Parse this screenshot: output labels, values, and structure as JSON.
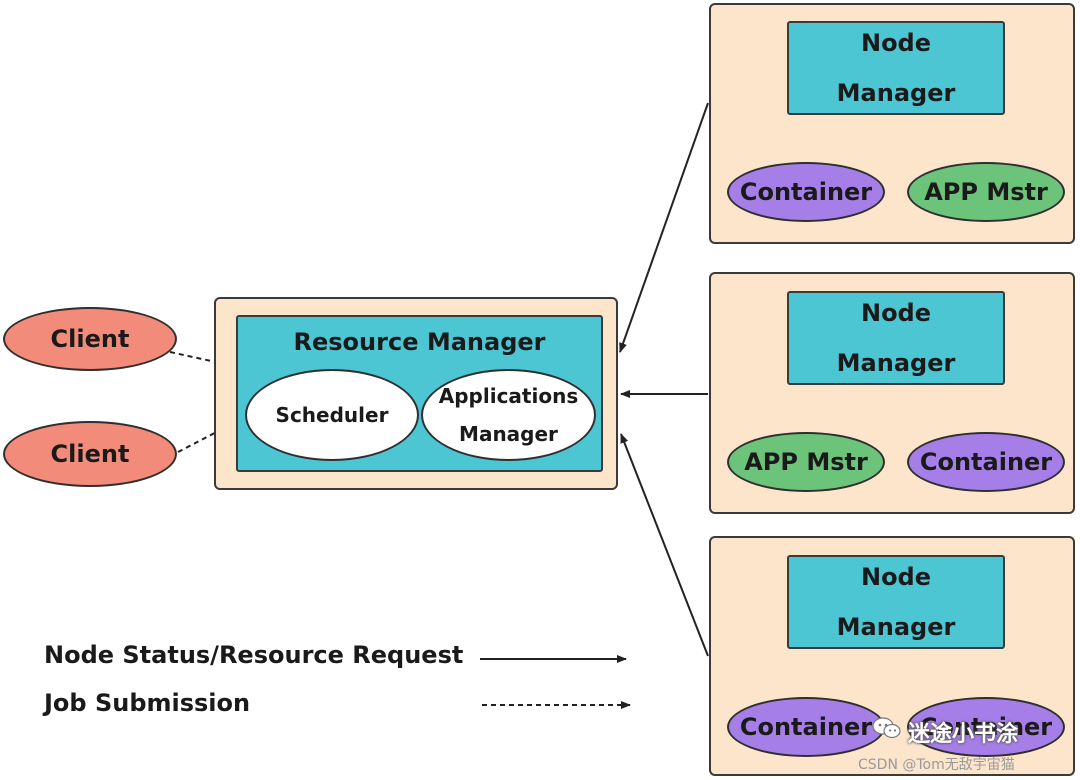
{
  "resource_manager": {
    "title": "Resource Manager",
    "scheduler": "Scheduler",
    "applications_manager": [
      "Applications",
      "Manager"
    ]
  },
  "clients": [
    "Client",
    "Client"
  ],
  "node_panels": [
    {
      "node_manager": [
        "Node",
        "Manager"
      ],
      "left_ellipse": "Container",
      "right_ellipse": "APP Mstr"
    },
    {
      "node_manager": [
        "Node",
        "Manager"
      ],
      "left_ellipse": "APP Mstr",
      "right_ellipse": "Container"
    },
    {
      "node_manager": [
        "Node",
        "Manager"
      ],
      "left_ellipse": "Container",
      "right_ellipse": "Container"
    }
  ],
  "legend": {
    "solid": "Node Status/Resource Request",
    "dashed": "Job Submission"
  },
  "colors": {
    "panel": "#fde5cc",
    "teal": "#4cc6d3",
    "client": "#f28b7a",
    "container": "#a67ee8",
    "app_master": "#6cc37a"
  },
  "watermark": {
    "text": "迷途小书涂",
    "credit": "CSDN @Tom无敌宇宙猫"
  }
}
